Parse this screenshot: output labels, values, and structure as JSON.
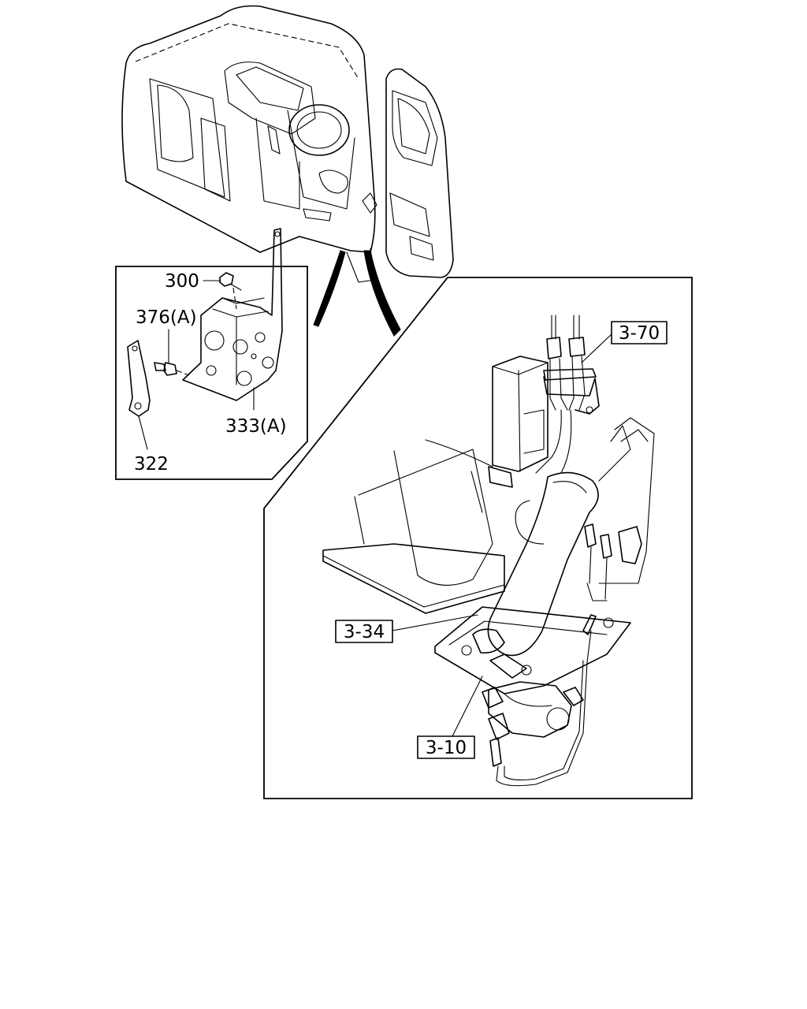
{
  "callouts": {
    "p300": "300",
    "p376": "376(A)",
    "p333": "333(A)",
    "p322": "322",
    "r370": "3-70",
    "r334": "3-34",
    "r310": "3-10"
  },
  "colors": {
    "ink": "#000000",
    "paper": "#ffffff"
  }
}
